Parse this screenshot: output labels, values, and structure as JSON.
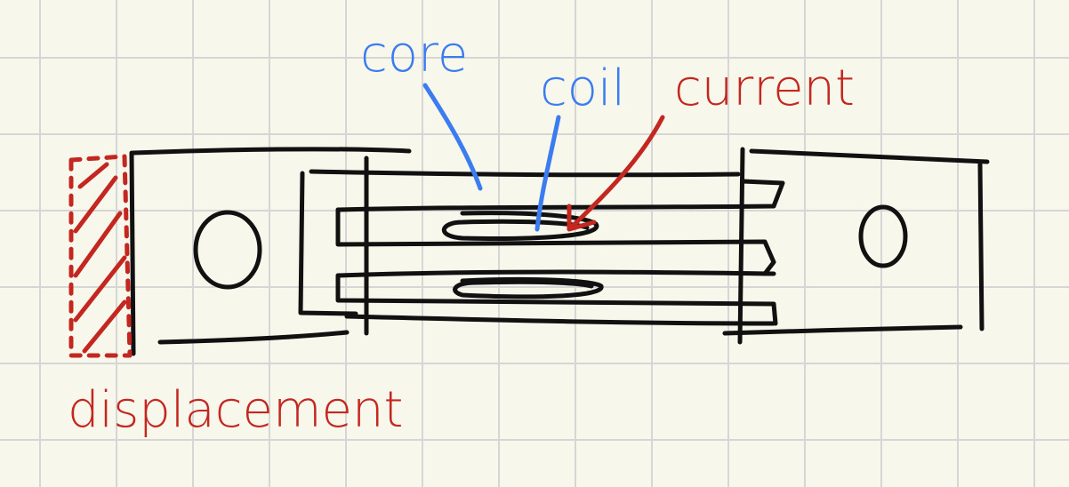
{
  "labels": {
    "core": "core",
    "coil": "coil",
    "current": "current",
    "displacement": "displacement"
  },
  "colors": {
    "ink": "#111111",
    "blue": "#3b7cf0",
    "red": "#c4271f",
    "paper": "#f7f7ec",
    "grid": "#d6d6d6"
  }
}
